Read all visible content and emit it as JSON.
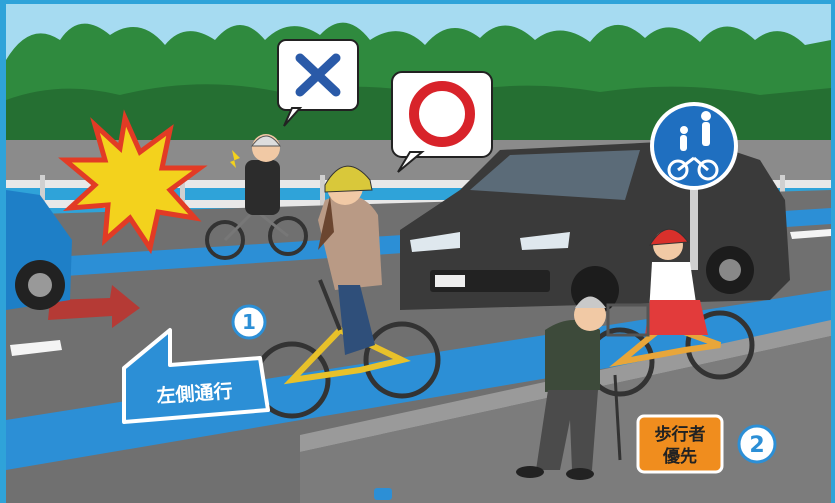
{
  "labels": {
    "keep_left": "左側通行",
    "pedestrian_priority_line1": "歩行者",
    "pedestrian_priority_line2": "優先",
    "marker_1": "1",
    "marker_2": "2"
  },
  "icons": {
    "wrong_mark": "cross-icon",
    "right_mark": "circle-icon",
    "crash_burst": "impact-burst-icon",
    "road_sign": "bicycle-pedestrian-sign-icon"
  },
  "colors": {
    "frame": "#2fa3d9",
    "sky": "#9fd6ef",
    "trees": "#2f8a3e",
    "road": "#6e6e6e",
    "bike_lane": "#2c8fd6",
    "wrong_mark": "#2a5aa8",
    "right_mark": "#d8232a",
    "badge_orange": "#f08d1e",
    "burst": "#f3d21d"
  }
}
